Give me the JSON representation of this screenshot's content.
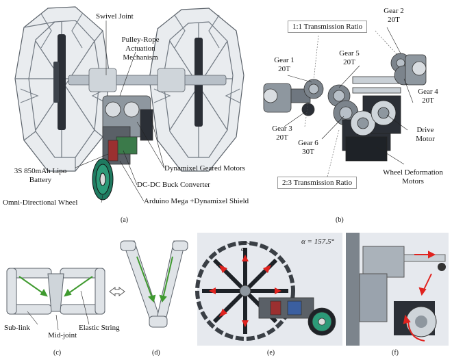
{
  "panel_a": {
    "swivel_joint": "Swivel Joint",
    "pulley_rope_1": "Pulley-Rope",
    "pulley_rope_2": "Actuation",
    "pulley_rope_3": "Mechanism",
    "dynamixel_motors": "Dynamixel Geared Motors",
    "battery_1": "3S 850mAh Lipo",
    "battery_2": "Battery",
    "buck": "DC-DC Buck Converter",
    "omni": "Omni-Directional Wheel",
    "arduino": "Arduino Mega +Dynamixel Shield",
    "caption": "(a)"
  },
  "panel_b": {
    "ratio_1_1": "1:1 Transmission Ratio",
    "ratio_2_3": "2:3 Transmission Ratio",
    "gear1": "Gear 1",
    "gear1_t": "20T",
    "gear2": "Gear 2",
    "gear2_t": "20T",
    "gear3": "Gear 3",
    "gear3_t": "20T",
    "gear4": "Gear 4",
    "gear4_t": "20T",
    "gear5": "Gear 5",
    "gear5_t": "20T",
    "gear6": "Gear 6",
    "gear6_t": "30T",
    "drive_1": "Drive",
    "drive_2": "Motor",
    "wheel_def_1": "Wheel Deformation",
    "wheel_def_2": "Motors",
    "caption": "(b)"
  },
  "panel_c": {
    "sublink": "Sub-link",
    "midjoint": "Mid-joint",
    "elastic": "Elastic String",
    "caption": "(c)"
  },
  "panel_d": {
    "caption": "(d)"
  },
  "panel_e": {
    "alpha": "α",
    "alpha_eq": "α = 157.5°",
    "caption": "(e)"
  },
  "panel_f": {
    "caption": "(f)"
  },
  "colors": {
    "metal": "#9aa3ad",
    "dark": "#2b2f36",
    "arrow_red": "#e0231f",
    "arrow_green": "#3f9a2f",
    "wheel_green": "#2c9a78"
  }
}
